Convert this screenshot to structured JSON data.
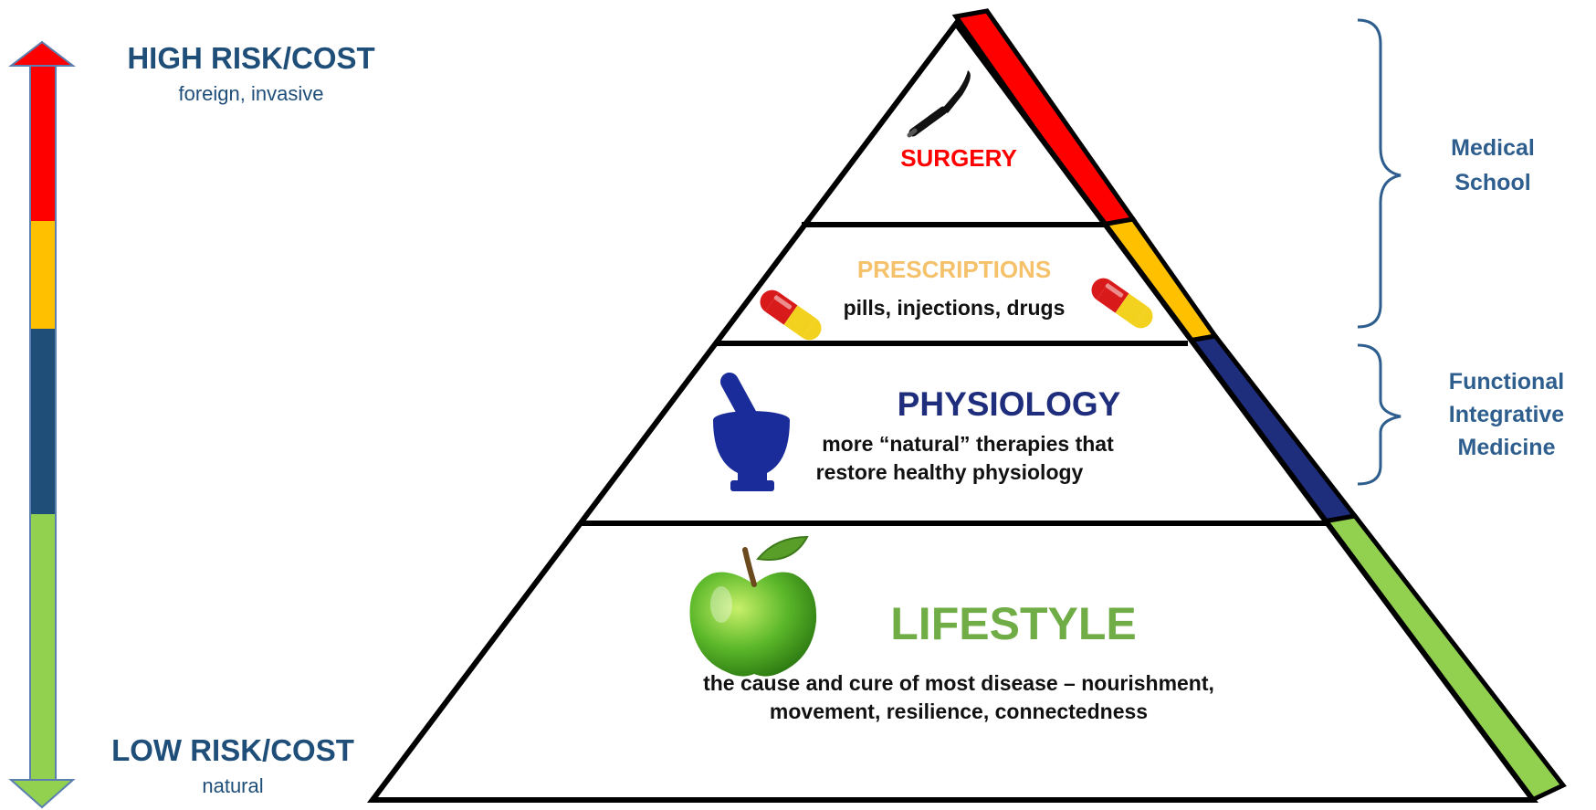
{
  "risk_axis": {
    "high_title": "HIGH RISK/COST",
    "high_sub": "foreign, invasive",
    "low_title": "LOW RISK/COST",
    "low_sub": "natural",
    "colors": [
      "#ff0000",
      "#ffc000",
      "#1f4e79",
      "#92d050"
    ]
  },
  "tiers": {
    "surgery": {
      "title": "SURGERY",
      "color": "#ff0000",
      "icon": "scalpel-icon"
    },
    "prescriptions": {
      "title": "PRESCRIPTIONS",
      "desc": "pills, injections, drugs",
      "color": "#ffc000",
      "icon": "pill-capsule-icon"
    },
    "physiology": {
      "title": "PHYSIOLOGY",
      "desc_line1": "more “natural” therapies that",
      "desc_line2": "restore healthy physiology",
      "color": "#1f2d7d",
      "icon": "mortar-pestle-icon"
    },
    "lifestyle": {
      "title": "LIFESTYLE",
      "desc_line1": "the cause and cure of most disease – nourishment,",
      "desc_line2": "movement, resilience, connectedness",
      "color": "#70ad47",
      "icon": "green-apple-icon"
    }
  },
  "brackets": {
    "medical": {
      "line1": "Medical",
      "line2": "School"
    },
    "functional": {
      "line1": "Functional",
      "line2": "Integrative",
      "line3": "Medicine"
    }
  }
}
